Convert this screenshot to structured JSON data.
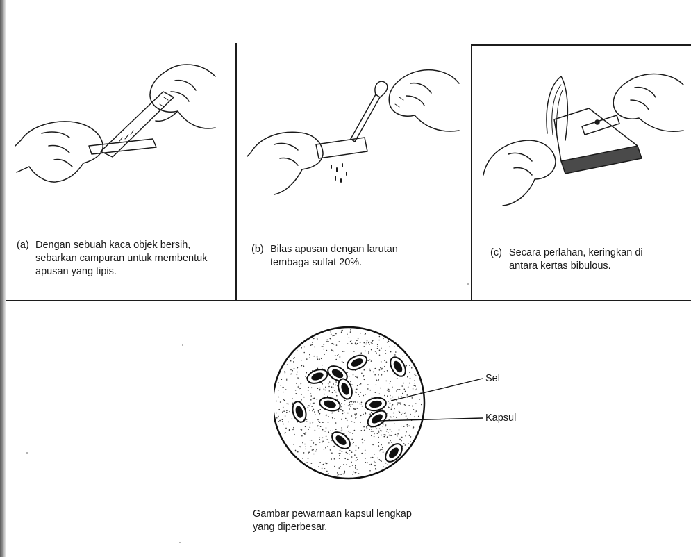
{
  "panels": [
    {
      "letter": "(a)",
      "lines": [
        "Dengan sebuah kaca objek bersih,",
        "sebarkan campuran untuk membentuk",
        "apusan yang tipis."
      ],
      "illustration_icon": "hands-spreading-smear-on-slide-icon"
    },
    {
      "letter": "(b)",
      "lines": [
        "Bilas apusan dengan larutan",
        "tembaga sulfat 20%."
      ],
      "illustration_icon": "dropper-rinsing-slide-icon"
    },
    {
      "letter": "(c)",
      "lines": [
        "Secara perlahan, keringkan di",
        "antara kertas bibulous."
      ],
      "illustration_icon": "slide-blotting-in-bibulous-paper-icon"
    }
  ],
  "figure": {
    "labels": {
      "cell": "Sel",
      "capsule": "Kapsul"
    },
    "caption_lines": [
      "Gambar pewarnaan kapsul lengkap",
      "yang diperbesar."
    ],
    "illustration_icon": "magnified-capsule-stain-field-icon"
  }
}
